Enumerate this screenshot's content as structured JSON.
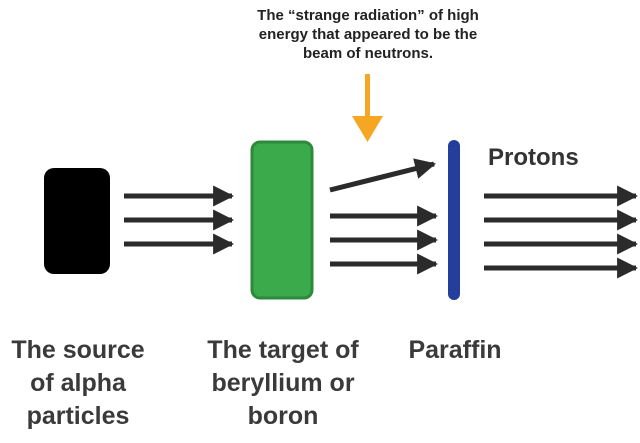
{
  "annotation": {
    "lines": [
      "The “strange radiation” of high",
      "energy that appeared to be the",
      "beam of neutrons."
    ]
  },
  "labels": {
    "protons": "Protons",
    "source": [
      "The source",
      "of alpha",
      "particles"
    ],
    "target": [
      "The target of",
      "beryllium or",
      "boron"
    ],
    "paraffin": [
      "Paraffin"
    ]
  },
  "colors": {
    "source_block": "#000000",
    "target_block": "#3aaa4a",
    "target_border": "#2d8a3a",
    "paraffin_bar": "#233e9b",
    "pointer_arrow": "#f5a623",
    "beam_arrows": "#2b2b2b"
  }
}
